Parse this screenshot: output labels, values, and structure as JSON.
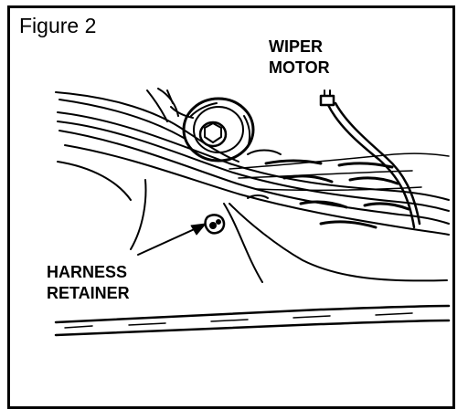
{
  "figure": {
    "title": "Figure 2"
  },
  "callouts": {
    "wiper_motor": {
      "line1": "WIPER",
      "line2": "MOTOR"
    },
    "harness_retainer": {
      "line1": "HARNESS",
      "line2": "RETAINER"
    }
  },
  "colors": {
    "ink": "#000000",
    "paper": "#ffffff"
  }
}
